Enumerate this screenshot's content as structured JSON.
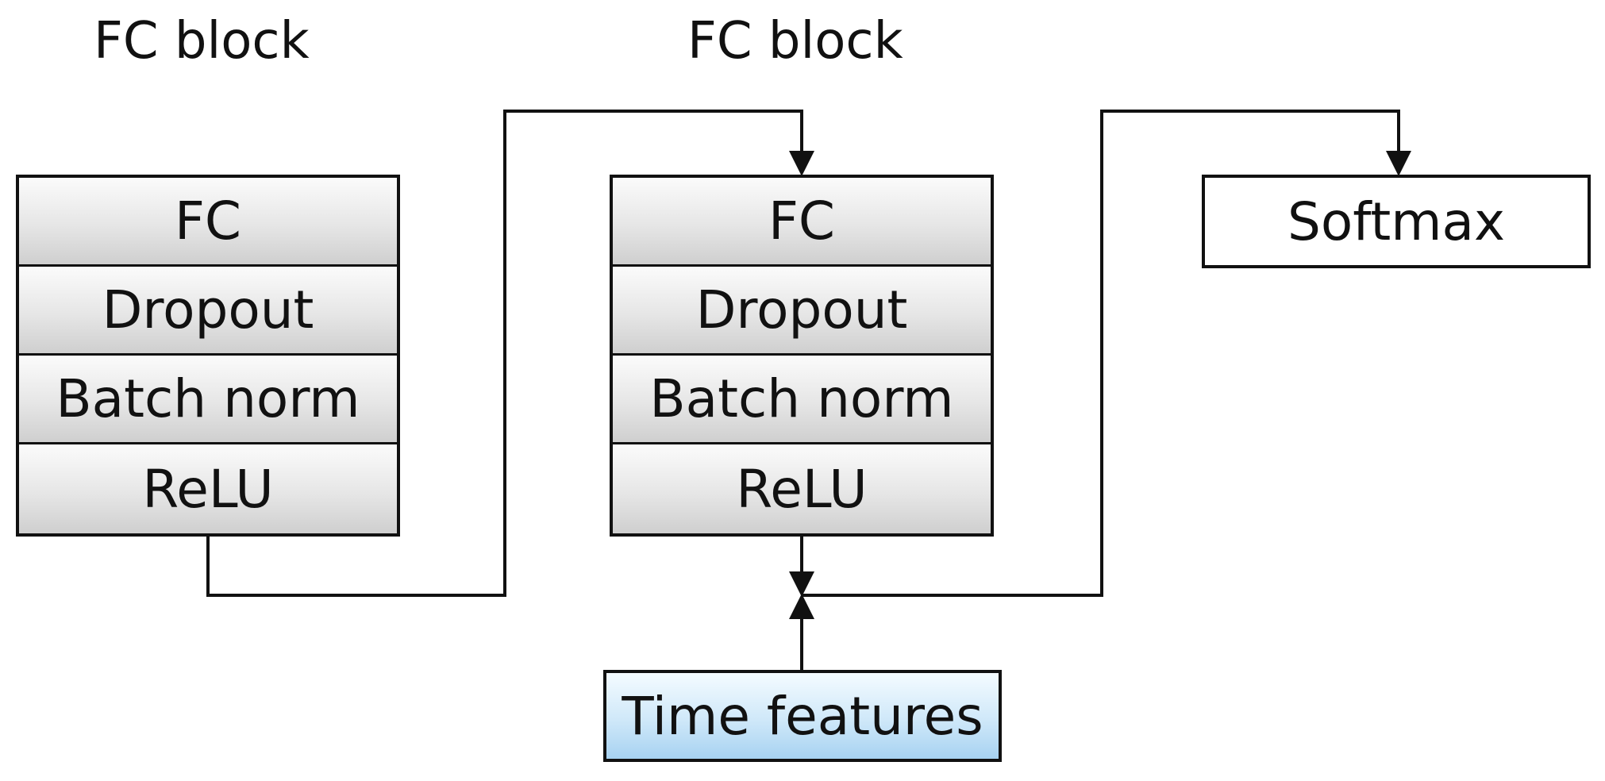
{
  "blocks": [
    {
      "title": "FC block",
      "layers": [
        "FC",
        "Dropout",
        "Batch norm",
        "ReLU"
      ]
    },
    {
      "title": "FC block",
      "layers": [
        "FC",
        "Dropout",
        "Batch norm",
        "ReLU"
      ]
    }
  ],
  "softmax": {
    "label": "Softmax"
  },
  "time_features": {
    "label": "Time features"
  }
}
